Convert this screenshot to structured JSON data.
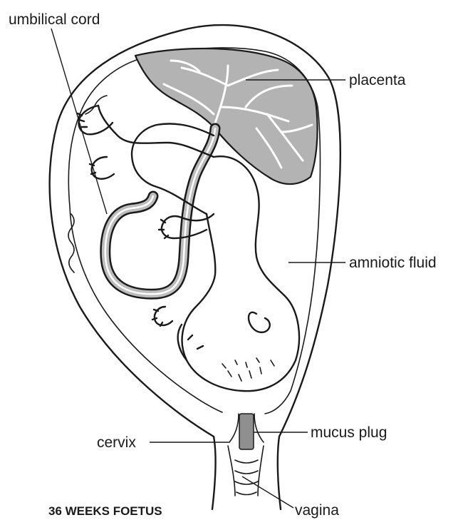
{
  "labels": {
    "umbilical_cord": "umbilical cord",
    "placenta": "placenta",
    "amniotic_fluid": "amniotic fluid",
    "cervix": "cervix",
    "mucus_plug": "mucus plug",
    "vagina": "vagina"
  },
  "caption": "36 WEEKS FOETUS",
  "colors": {
    "ink": "#1a1a1a",
    "placenta_fill": "#b3b3b3",
    "cord_fill": "#bdbdbd",
    "mucus_plug_fill": "#8f8f8f",
    "background": "#ffffff"
  }
}
